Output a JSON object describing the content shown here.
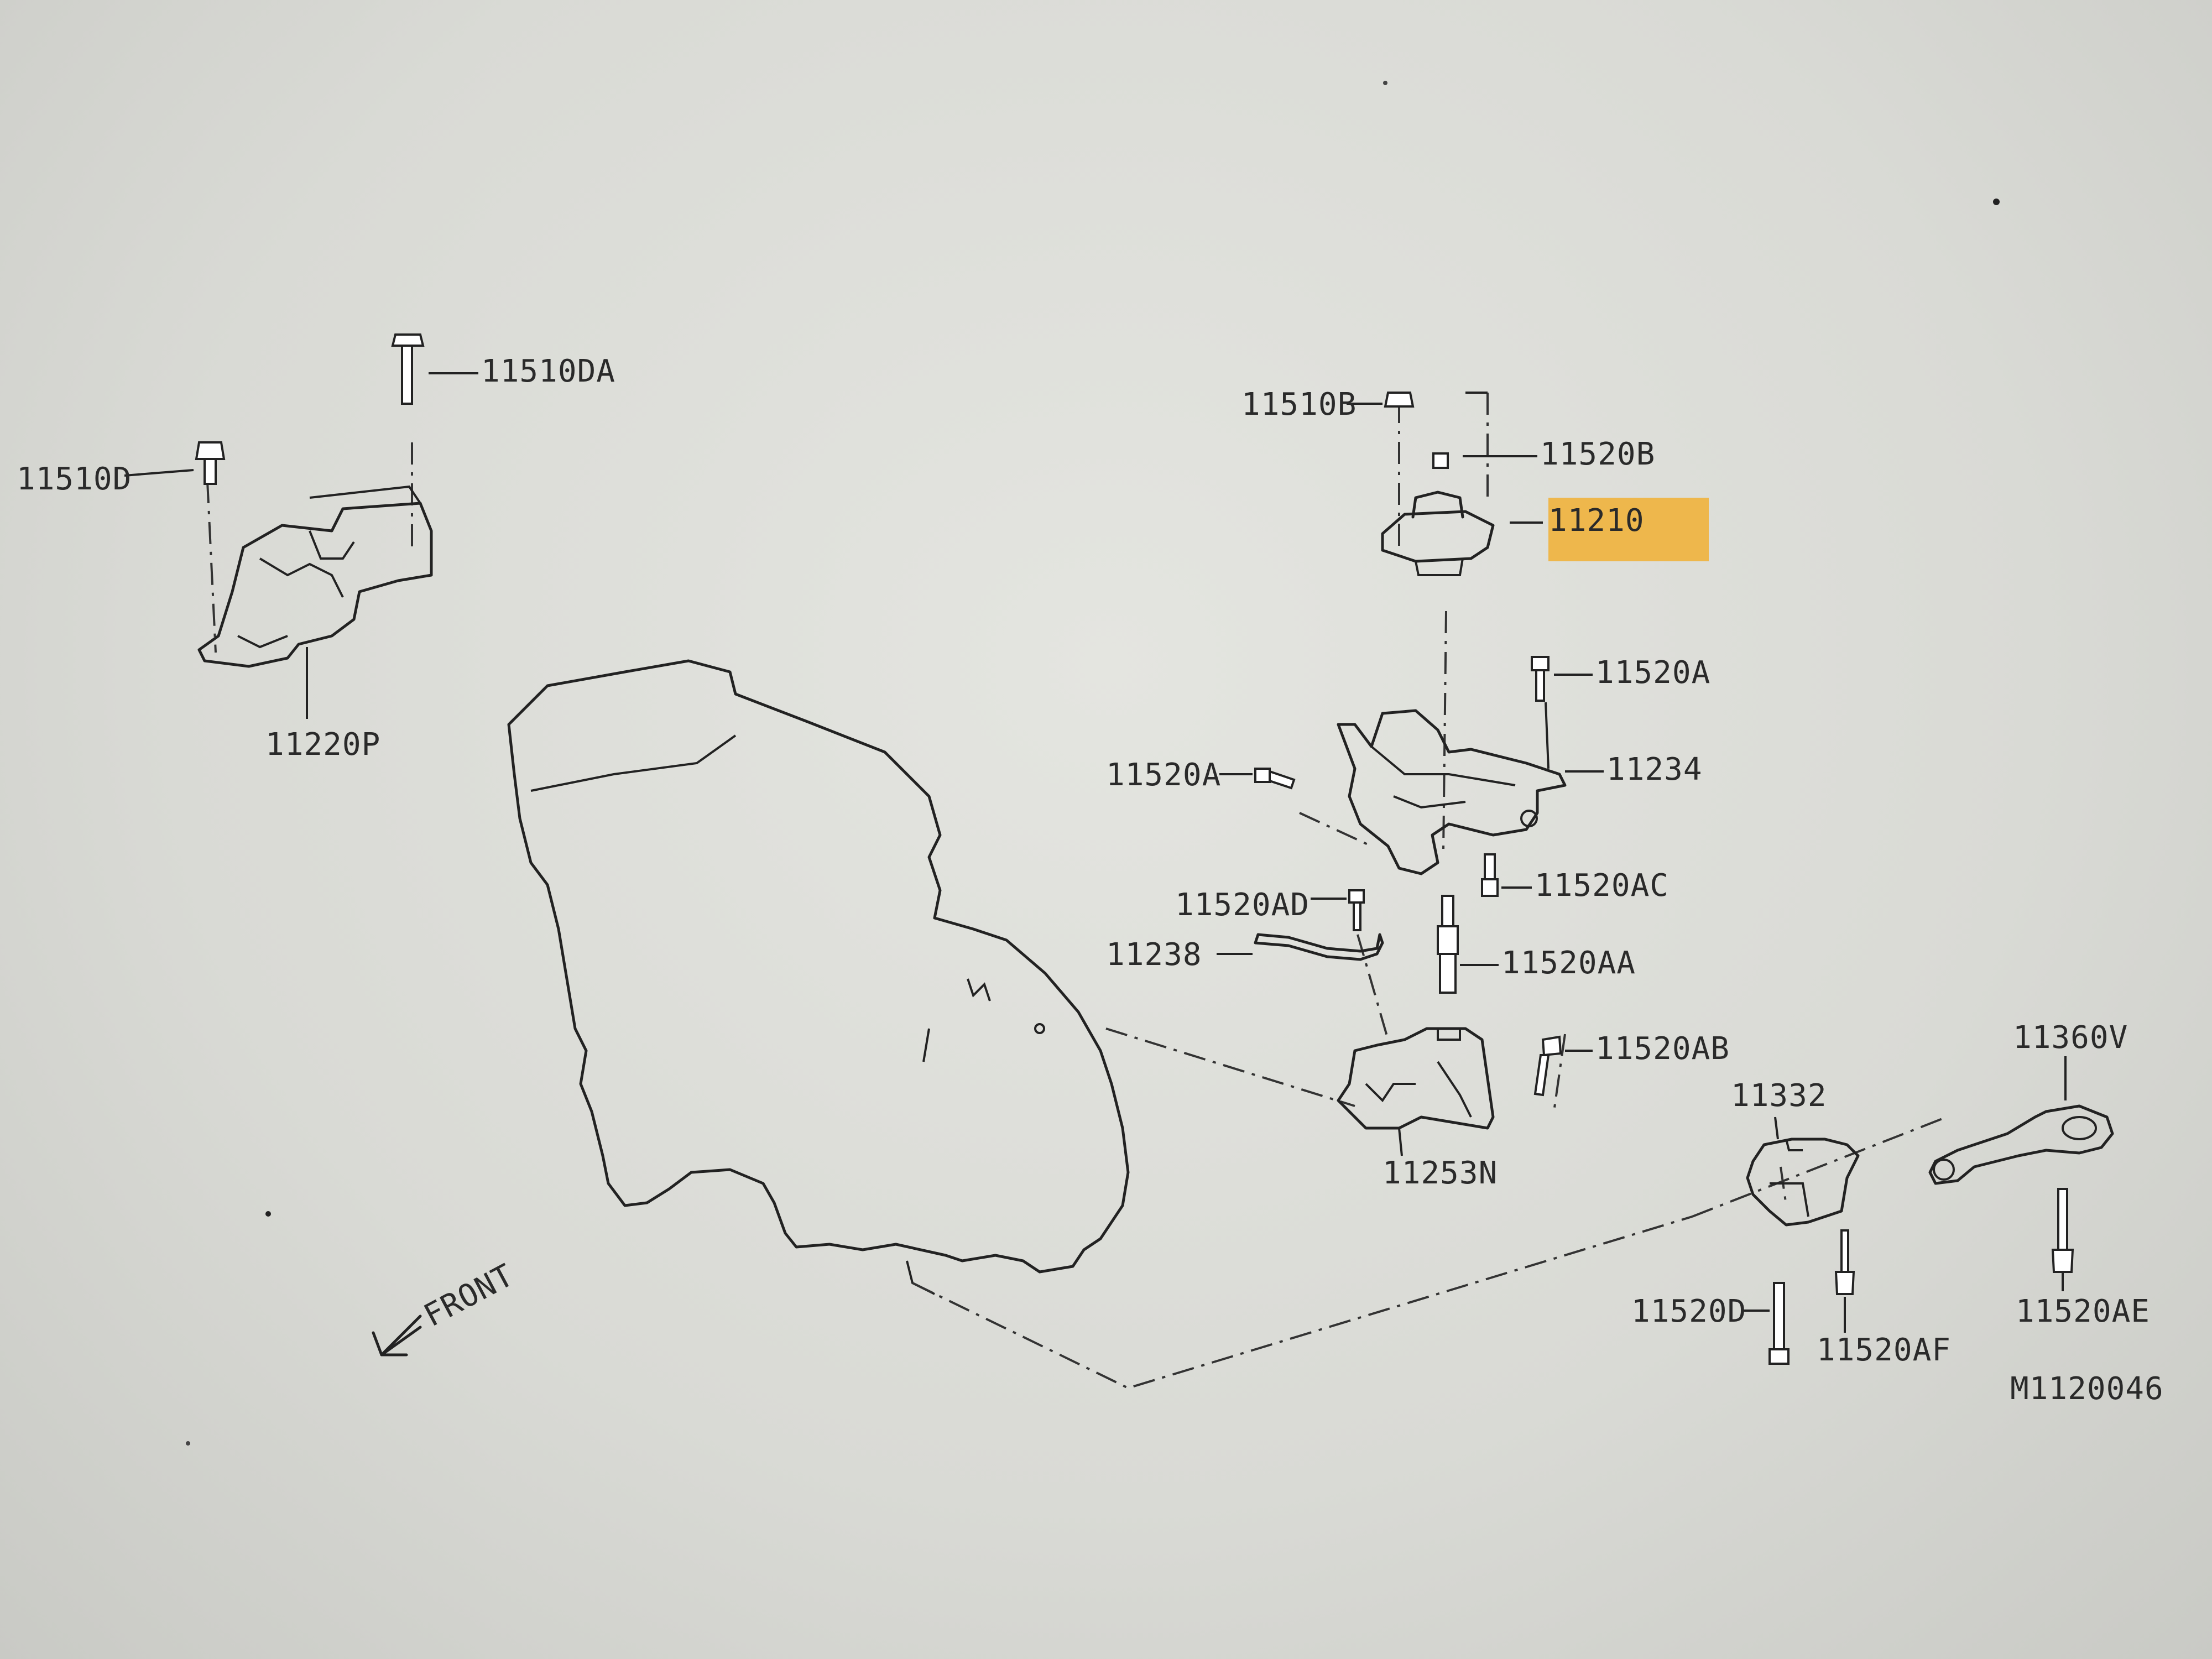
{
  "diagram_code": "M1120046",
  "front_label": "FRONT",
  "highlight_color": "#f0b23c",
  "line_color": "#222222",
  "parts": {
    "p11510DA": "11510DA",
    "p11510D": "11510D",
    "p11220P": "11220P",
    "p11510B": "11510B",
    "p11520B": "11520B",
    "p11210": "11210",
    "p11520A_top": "11520A",
    "p11520A_left": "11520A",
    "p11234": "11234",
    "p11520AC": "11520AC",
    "p11520AD": "11520AD",
    "p11238": "11238",
    "p11520AA": "11520AA",
    "p11520AB": "11520AB",
    "p11253N": "11253N",
    "p11332": "11332",
    "p11360V": "11360V",
    "p11520D": "11520D",
    "p11520AF": "11520AF",
    "p11520AE": "11520AE"
  }
}
